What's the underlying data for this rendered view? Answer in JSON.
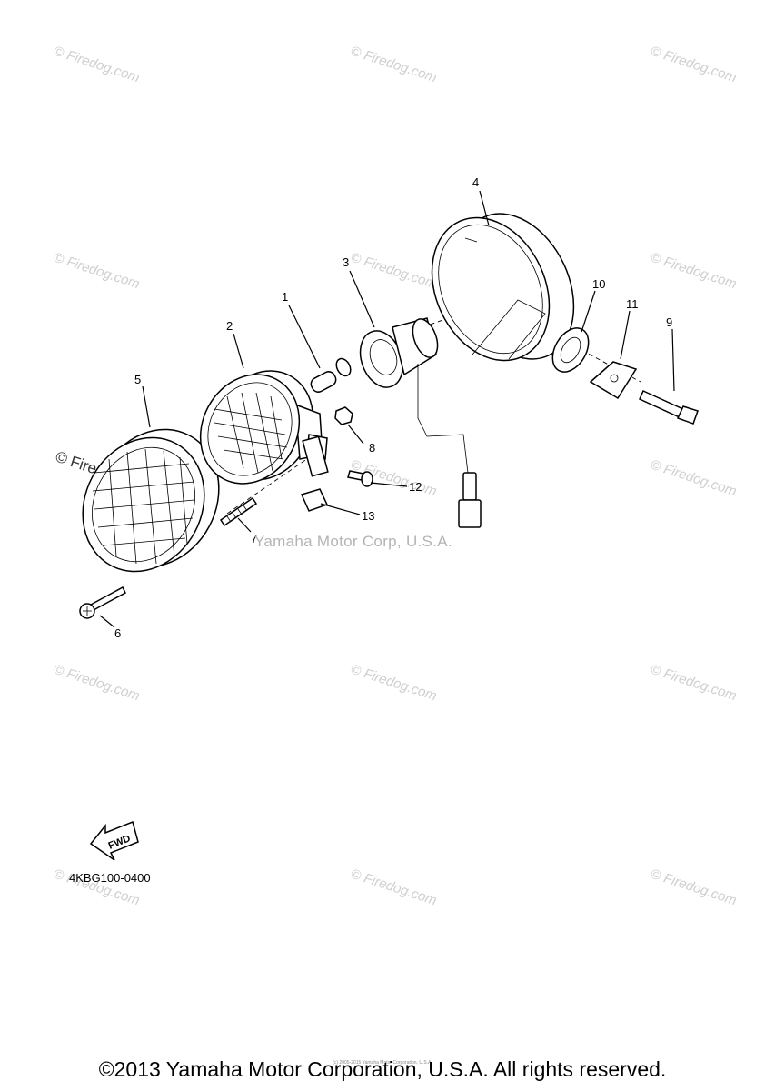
{
  "watermark": {
    "site": "© Firedog.com",
    "corp": "Yamaha Motor Corp, U.S.A."
  },
  "callouts": [
    "1",
    "2",
    "3",
    "4",
    "5",
    "6",
    "7",
    "8",
    "9",
    "10",
    "11",
    "12",
    "13"
  ],
  "fwd_label": "FWD",
  "diagram_code": "4KBG100-0400",
  "copyright": "©2013 Yamaha Motor Corporation, U.S.A. All rights reserved.",
  "fine_print": "(c) 2005-2015 Yamaha Motor Corporation, U.S.A."
}
